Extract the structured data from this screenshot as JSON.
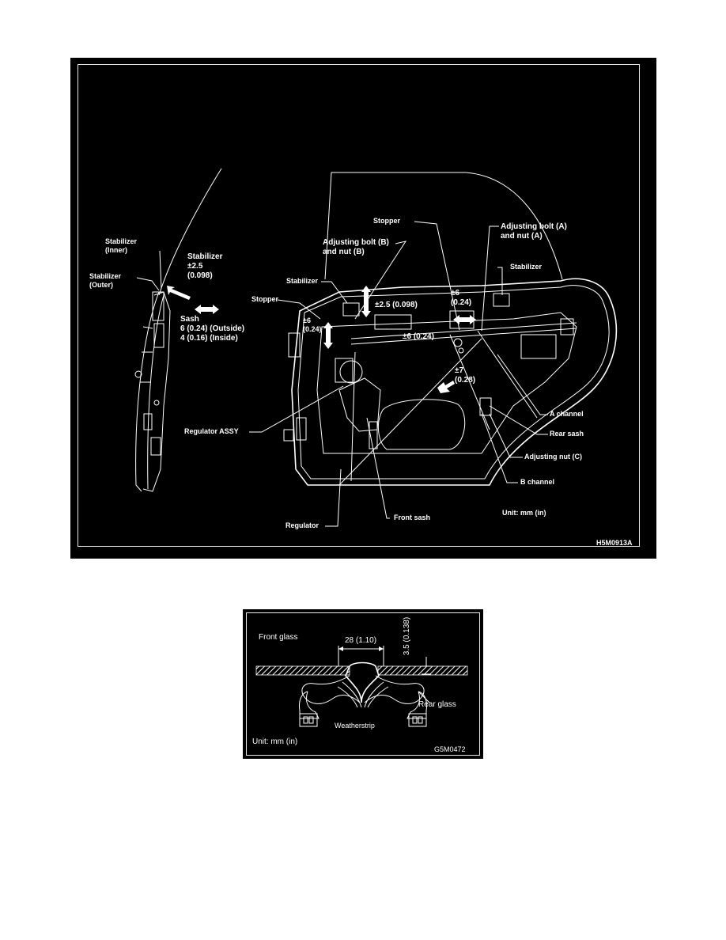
{
  "figure1": {
    "labels": {
      "stabilizer_inner": [
        "Stabilizer",
        "(Inner)"
      ],
      "stabilizer_outer": [
        "Stabilizer",
        "(Outer)"
      ],
      "stabilizer_tol": [
        "Stabilizer",
        "±2.5",
        "(0.098)"
      ],
      "sash_tol": [
        "Sash",
        "6 (0.24)  (Outside)",
        "4 (0.16)  (Inside)"
      ],
      "stopper_top": "Stopper",
      "adjusting_bolt_a": [
        "Adjusting bolt (A)",
        "and nut (A)"
      ],
      "adjusting_bolt_b": [
        "Adjusting bolt (B)",
        "and nut (B)"
      ],
      "stabilizer_mid": "Stabilizer",
      "stabilizer_right": "Stabilizer",
      "stopper_left": "Stopper",
      "tol_6_a": [
        "±6",
        "(0.24)"
      ],
      "tol_25": "±2.5 (0.098)",
      "tol_6_left": [
        "±6",
        "(0.24)"
      ],
      "tol_6_mid": "±6 (0.24)",
      "tol_7": [
        "±7",
        "(0.28)"
      ],
      "a_channel": "A channel",
      "rear_sash": "Rear sash",
      "adjusting_nut_c": "Adjusting nut (C)",
      "b_channel": "B channel",
      "regulator_assy": "Regulator ASSY",
      "regulator": "Regulator",
      "front_sash": "Front sash",
      "unit": "Unit: mm (in)",
      "code": "H5M0913A"
    }
  },
  "figure2": {
    "labels": {
      "front_glass": "Front glass",
      "dim_28": "28 (1.10)",
      "dim_35": "3.5 (0.138)",
      "rear_glass": "Rear glass",
      "weatherstrip": "Weatherstrip",
      "unit": "Unit: mm (in)",
      "code": "G5M0472"
    }
  }
}
